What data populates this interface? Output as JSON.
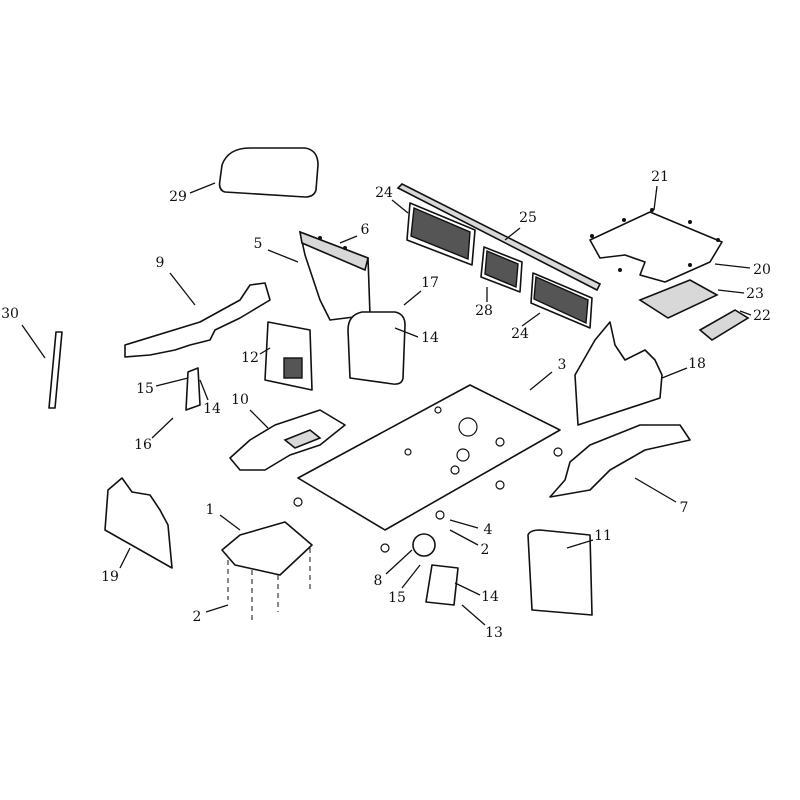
{
  "diagram": {
    "type": "exploded-parts-diagram",
    "callouts": [
      "29",
      "24",
      "25",
      "21",
      "6",
      "5",
      "9",
      "20",
      "23",
      "22",
      "17",
      "28",
      "24",
      "14",
      "30",
      "12",
      "3",
      "18",
      "15",
      "14",
      "10",
      "16",
      "7",
      "1",
      "4",
      "2",
      "11",
      "19",
      "8",
      "15",
      "14",
      "2",
      "13"
    ]
  }
}
